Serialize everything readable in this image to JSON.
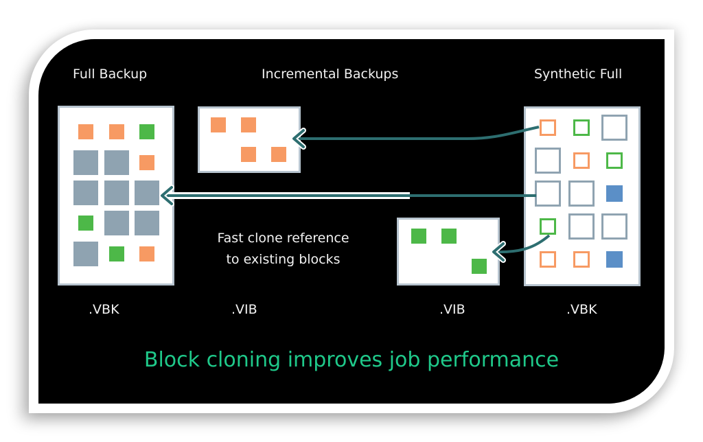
{
  "titles": {
    "full_backup": "Full Backup",
    "incremental_backups": "Incremental Backups",
    "synthetic_full": "Synthetic Full"
  },
  "extensions": {
    "full_backup": ".VBK",
    "incremental_1": ".VIB",
    "incremental_2": ".VIB",
    "synthetic_full": ".VBK"
  },
  "note": {
    "line1": "Fast clone reference",
    "line2": "to existing blocks"
  },
  "tagline": "Block cloning improves job performance",
  "colors": {
    "orange": "#f79a63",
    "green": "#4db848",
    "gray": "#8fa3b1",
    "blue": "#5b8fc7",
    "arrow": "#2d6e70",
    "tagline": "#1fc98a"
  },
  "full_backup_blocks": [
    [
      "orange",
      "orange",
      "green"
    ],
    [
      "gray",
      "gray",
      "orange"
    ],
    [
      "gray",
      "gray",
      "gray"
    ],
    [
      "green",
      "gray",
      "gray"
    ],
    [
      "gray",
      "green",
      "orange"
    ]
  ],
  "incremental_1_blocks": [
    [
      "orange",
      "orange",
      ""
    ],
    [
      "",
      "orange",
      "orange"
    ]
  ],
  "incremental_2_blocks": [
    [
      "green",
      "green",
      ""
    ],
    [
      "",
      "",
      "green"
    ]
  ],
  "synthetic_full_blocks": [
    [
      "orange-outline",
      "green-outline",
      "gray-outline"
    ],
    [
      "gray-outline",
      "orange-outline",
      "green-outline"
    ],
    [
      "gray-outline",
      "gray-outline",
      "blue"
    ],
    [
      "green-outline",
      "gray-outline",
      "gray-outline"
    ],
    [
      "orange-outline",
      "orange-outline",
      "blue"
    ]
  ]
}
